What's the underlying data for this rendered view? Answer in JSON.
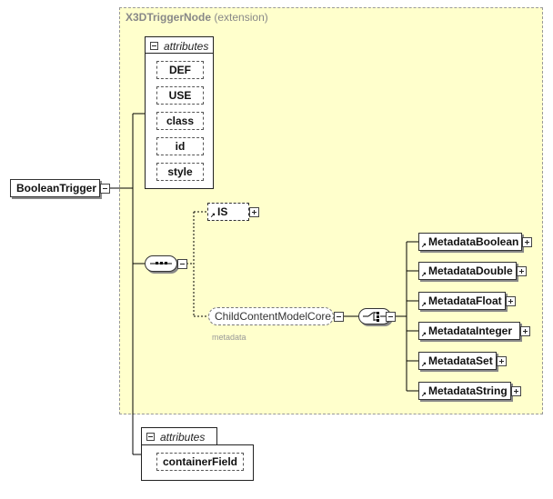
{
  "extension": {
    "name": "X3DTriggerNode",
    "suffix": "(extension)"
  },
  "root": {
    "label": "BooleanTrigger"
  },
  "attributes_top": {
    "header": "attributes",
    "items": [
      "DEF",
      "USE",
      "class",
      "id",
      "style"
    ]
  },
  "is_node": {
    "label": "IS"
  },
  "group": {
    "label": "ChildContentModelCore",
    "sublabel": "metadata"
  },
  "metadata_items": [
    "MetadataBoolean",
    "MetadataDouble",
    "MetadataFloat",
    "MetadataInteger",
    "MetadataSet",
    "MetadataString"
  ],
  "attributes_bottom": {
    "header": "attributes",
    "items": [
      "containerField"
    ]
  }
}
